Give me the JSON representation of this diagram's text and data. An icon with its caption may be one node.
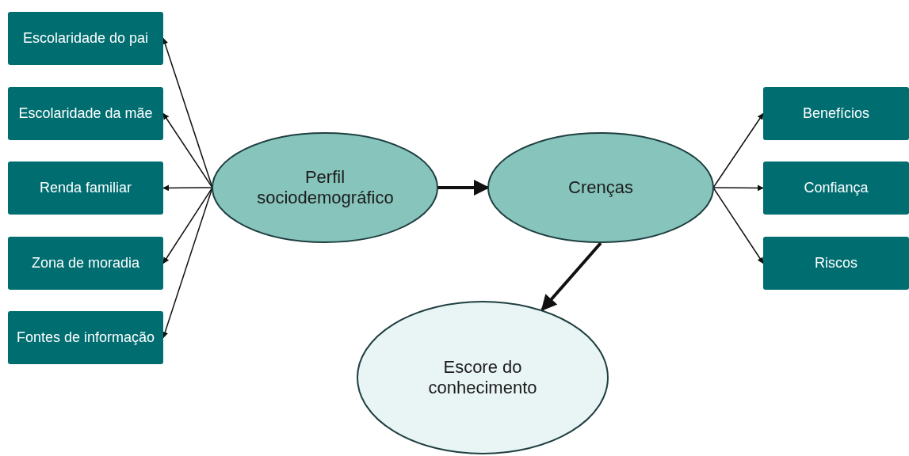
{
  "diagram": {
    "nodes": [
      {
        "text": [
          "Escolaridade do pai"
        ]
      },
      {
        "text": [
          "Escolaridade da mãe"
        ]
      },
      {
        "text": [
          "Renda familiar"
        ]
      },
      {
        "text": [
          "Zona de moradia"
        ]
      },
      {
        "text": [
          "Fontes de informação"
        ]
      },
      {
        "text": [
          "Perfil sociodemográfico"
        ]
      },
      {
        "text": [
          "Crenças"
        ]
      },
      {
        "text": [
          "Benefícios"
        ]
      },
      {
        "text": [
          "Confiança"
        ]
      },
      {
        "text": [
          "Riscos"
        ]
      },
      {
        "text": [
          "Escore do conhecimento"
        ]
      }
    ],
    "edges": [
      {
        "from": 5,
        "to": 0,
        "arrow": "to"
      },
      {
        "from": 5,
        "to": 1,
        "arrow": "to"
      },
      {
        "from": 5,
        "to": 2,
        "arrow": "to"
      },
      {
        "from": 5,
        "to": 3,
        "arrow": "to"
      },
      {
        "from": 5,
        "to": 4,
        "arrow": "to"
      },
      {
        "from": 5,
        "to": 6,
        "arrow": "to",
        "style": "thick"
      },
      {
        "from": 6,
        "to": 7,
        "arrow": "to"
      },
      {
        "from": 6,
        "to": 8,
        "arrow": "to"
      },
      {
        "from": 6,
        "to": 9,
        "arrow": "to"
      },
      {
        "from": 6,
        "to": 10,
        "arrow": "to",
        "style": "thick"
      }
    ]
  }
}
